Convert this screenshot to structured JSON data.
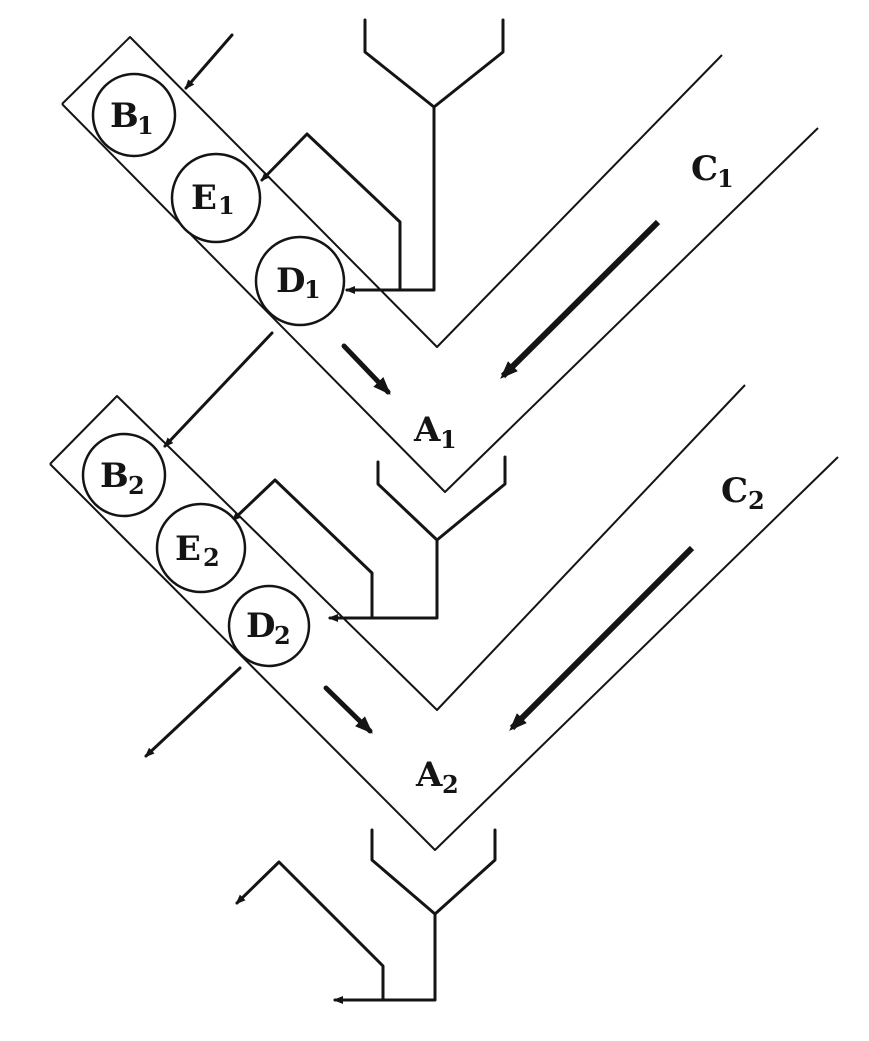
{
  "labels": {
    "B1": {
      "letter": "B",
      "index": "1"
    },
    "E1": {
      "letter": "E",
      "index": "1"
    },
    "D1": {
      "letter": "D",
      "index": "1"
    },
    "A1": {
      "letter": "A",
      "index": "1"
    },
    "C1": {
      "letter": "C",
      "index": "1"
    },
    "B2": {
      "letter": "B",
      "index": "2"
    },
    "E2": {
      "letter": "E",
      "index": "2"
    },
    "D2": {
      "letter": "D",
      "index": "2"
    },
    "A2": {
      "letter": "A",
      "index": "2"
    },
    "C2": {
      "letter": "C",
      "index": "2"
    }
  },
  "colors": {
    "ink": "#141414",
    "background": "#ffffff"
  }
}
